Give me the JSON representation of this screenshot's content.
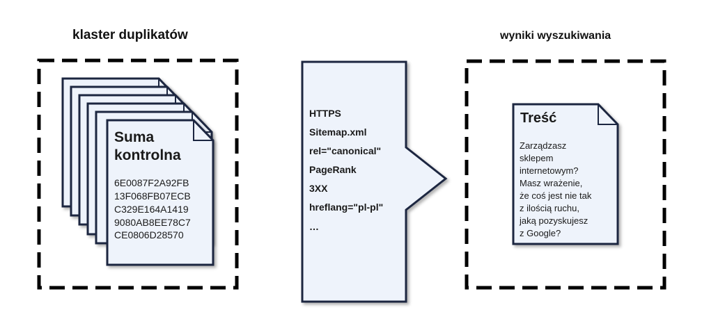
{
  "left_panel": {
    "title": "klaster duplikatów",
    "doc_title_line1": "Suma",
    "doc_title_line2": "kontrolna",
    "checksums": [
      "6E0087F2A92FB",
      "13F068FB07ECB",
      "C329E164A1419",
      "9080AB8EE78C7",
      "CE0806D28570"
    ]
  },
  "middle_panel": {
    "signals": [
      "HTTPS",
      "Sitemap.xml",
      "rel=\"canonical\"",
      "PageRank",
      "3XX",
      "hreflang=\"pl-pl\"",
      "…"
    ]
  },
  "right_panel": {
    "title": "wyniki wyszukiwania",
    "doc_title": "Treść",
    "content_lines": [
      "Zarządzasz",
      "sklepem",
      "internetowym?",
      "Masz wrażenie,",
      "że coś jest nie tak",
      "z ilością ruchu,",
      "jaką pozyskujesz",
      "z Google?"
    ]
  },
  "colors": {
    "doc_fill": "#eef3fb",
    "doc_stroke": "#1b2540",
    "dashed_border": "#000000"
  }
}
